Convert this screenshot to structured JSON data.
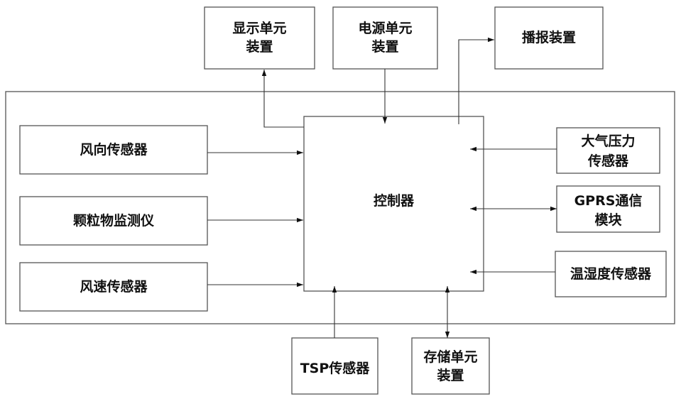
{
  "nodes": {
    "display_unit": {
      "lines": [
        "显示单元",
        "装置"
      ]
    },
    "power_unit": {
      "lines": [
        "电源单元",
        "装置"
      ]
    },
    "broadcast": {
      "lines": [
        "播报装置"
      ]
    },
    "wind_direction": {
      "lines": [
        "风向传感器"
      ]
    },
    "particulate": {
      "lines": [
        "颗粒物监测仪"
      ]
    },
    "wind_speed": {
      "lines": [
        "风速传感器"
      ]
    },
    "controller": {
      "lines": [
        "控制器"
      ]
    },
    "pressure": {
      "lines": [
        "大气压力",
        "传感器"
      ]
    },
    "gprs": {
      "lines": [
        "GPRS通信",
        "模块"
      ]
    },
    "temp_humidity": {
      "lines": [
        "温湿度传感器"
      ]
    },
    "tsp": {
      "lines": [
        "TSP传感器"
      ]
    },
    "storage": {
      "lines": [
        "存储单元",
        "装置"
      ]
    }
  }
}
